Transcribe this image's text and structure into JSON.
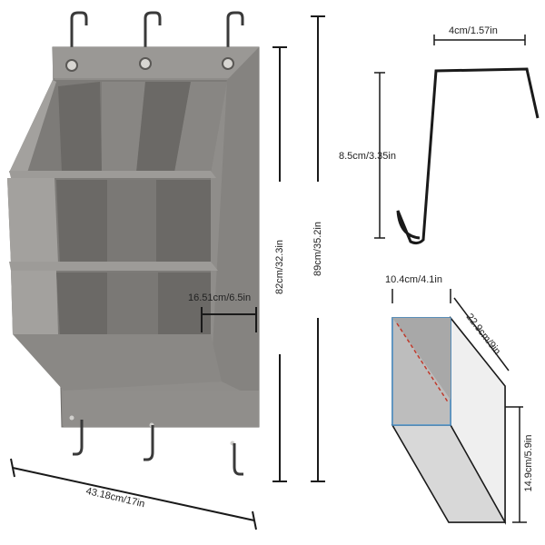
{
  "dimensions": {
    "total_height": "89cm/35.2in",
    "body_height": "82cm/32.3in",
    "width": "43.18cm/17in",
    "pocket_depth": "16.51cm/6.5in",
    "hook_width": "4cm/1.57in",
    "hook_height": "8.5cm/3.35in",
    "pocket_width": "10.4cm/4.1in",
    "pocket_length": "22.9cm/9in",
    "pocket_height": "14.9cm/5.9in"
  },
  "colors": {
    "fabric": "#8f8d8a",
    "fabric_dark": "#6f6d6a",
    "fabric_light": "#a3a19e",
    "line": "#1a1a1a",
    "pocket_face": "#b9b9b9",
    "pocket_edge": "#4a90c8",
    "pocket_dash": "#c0392b"
  }
}
